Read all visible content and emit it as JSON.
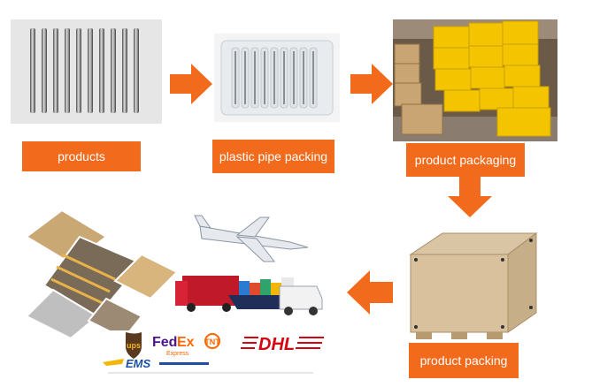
{
  "header": {
    "cropped_text": ""
  },
  "steps": [
    {
      "id": "products",
      "label": "products"
    },
    {
      "id": "plastic_pipe_packing",
      "label": "plastic pipe packing"
    },
    {
      "id": "product_packaging",
      "label": "product packaging"
    },
    {
      "id": "product_packing",
      "label": "product packing"
    }
  ],
  "carriers": {
    "ups": "ups",
    "fedex_fed": "Fed",
    "fedex_ex": "Ex",
    "fedex_sub": "Express",
    "tnt": "TNT",
    "dhl": "DHL",
    "ems": "EMS"
  },
  "colors": {
    "accent": "#f26a1b",
    "label_text": "#ffffff",
    "dhl_red": "#d40511",
    "fedex_purple": "#4d148c",
    "fedex_orange": "#ff6600",
    "ems_blue": "#1c4fa1",
    "box_yellow": "#f5c400"
  },
  "icons": [
    "arrow-right-icon",
    "arrow-down-icon",
    "arrow-left-icon"
  ]
}
